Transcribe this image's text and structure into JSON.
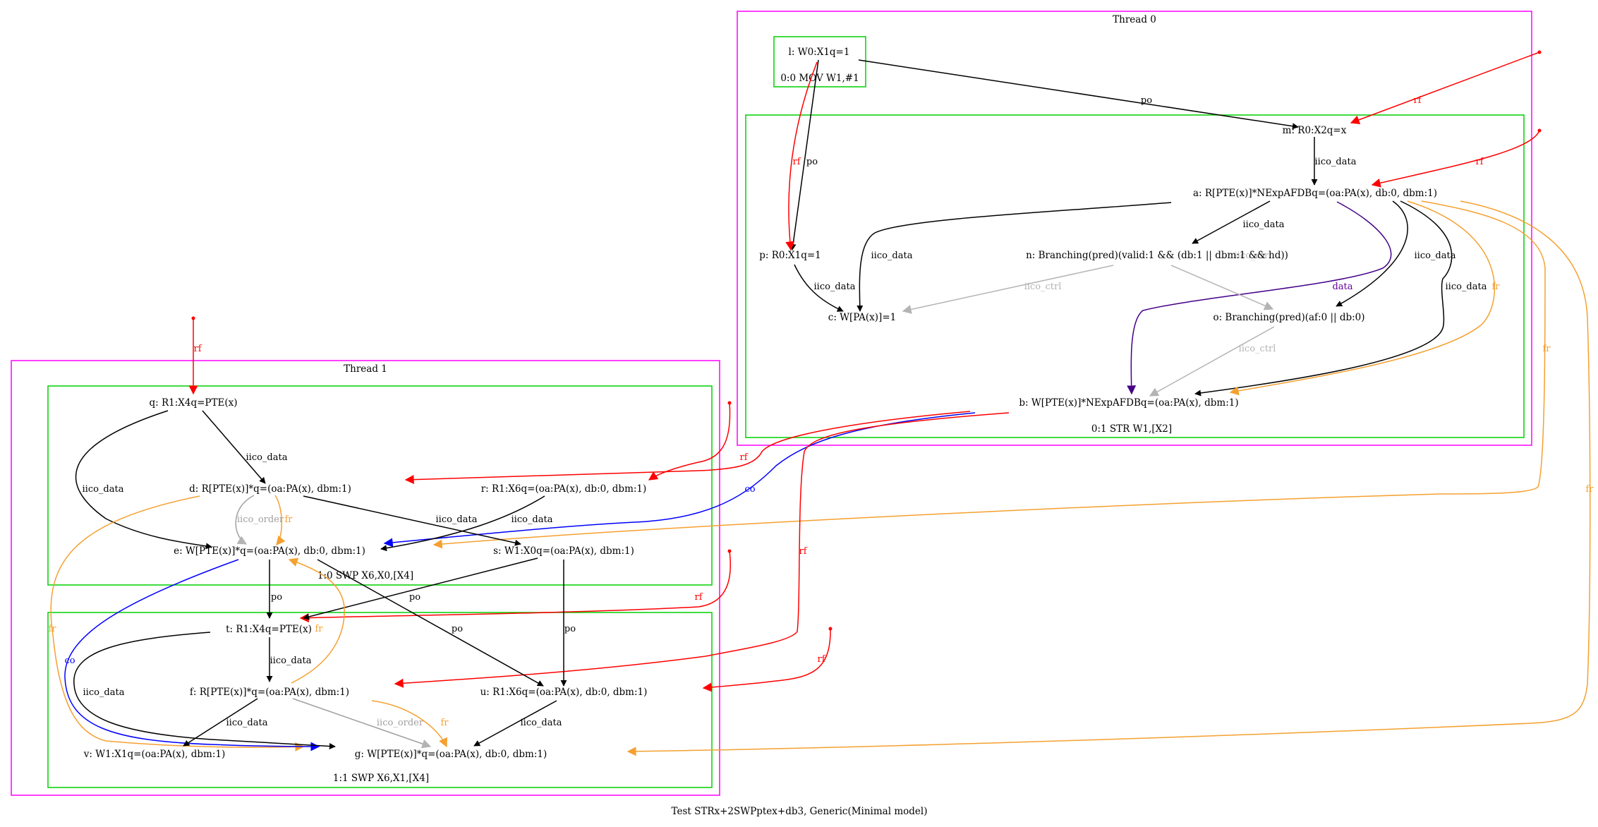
{
  "title": "Test STRx+2SWPptex+db3, Generic(Minimal model)",
  "colors": {
    "thread": "#ff00ff",
    "instr": "#00d000",
    "po": "#000000",
    "iico_data": "#000000",
    "iico_ctrl": "#b4b4b4",
    "iico_order": "#a0a0a0",
    "rf": "#ff0000",
    "fr": "#f5a030",
    "co": "#0000ff",
    "data": "#660099"
  },
  "threads": {
    "t0": "Thread 0",
    "t1": "Thread 1"
  },
  "instructions": {
    "i00": "0:0 MOV W1,#1",
    "i01": "0:1 STR W1,[X2]",
    "i10": "1:0 SWP X6,X0,[X4]",
    "i11": "1:1 SWP X6,X1,[X4]"
  },
  "nodes": {
    "l": "l: W0:X1q=1",
    "m": "m: R0:X2q=x",
    "a": "a: R[PTE(x)]*NExpAFDBq=(oa:PA(x), db:0, dbm:1)",
    "p": "p: R0:X1q=1",
    "n": "n: Branching(pred)(valid:1 && (db:1 || dbm:1 && hd))",
    "c": "c: W[PA(x)]=1",
    "o": "o: Branching(pred)(af:0 || db:0)",
    "b": "b: W[PTE(x)]*NExpAFDBq=(oa:PA(x), dbm:1)",
    "q": "q: R1:X4q=PTE(x)",
    "d": "d: R[PTE(x)]*q=(oa:PA(x), dbm:1)",
    "r": "r: R1:X6q=(oa:PA(x), db:0, dbm:1)",
    "e": "e: W[PTE(x)]*q=(oa:PA(x), db:0, dbm:1)",
    "s": "s: W1:X0q=(oa:PA(x), dbm:1)",
    "t": "t: R1:X4q=PTE(x)",
    "f": "f: R[PTE(x)]*q=(oa:PA(x), dbm:1)",
    "u": "u: R1:X6q=(oa:PA(x), db:0, dbm:1)",
    "v": "v: W1:X1q=(oa:PA(x), dbm:1)",
    "g": "g: W[PTE(x)]*q=(oa:PA(x), db:0, dbm:1)"
  },
  "edges": [
    {
      "from": "l",
      "to": "m",
      "kind": "po",
      "label": "po"
    },
    {
      "from": "l",
      "to": "p",
      "kind": "po",
      "label": "po"
    },
    {
      "from": "l",
      "to": "p",
      "kind": "rf",
      "label": "rf"
    },
    {
      "from": "init",
      "to": "m",
      "kind": "rf",
      "label": "rf"
    },
    {
      "from": "init",
      "to": "a",
      "kind": "rf",
      "label": "rf"
    },
    {
      "from": "m",
      "to": "a",
      "kind": "iico_data",
      "label": "iico_data"
    },
    {
      "from": "a",
      "to": "n",
      "kind": "iico_data",
      "label": "iico_data"
    },
    {
      "from": "a",
      "to": "c",
      "kind": "iico_data",
      "label": "iico_data"
    },
    {
      "from": "p",
      "to": "c",
      "kind": "iico_data",
      "label": "iico_data"
    },
    {
      "from": "a",
      "to": "o",
      "kind": "iico_data",
      "label": "iico_data"
    },
    {
      "from": "a",
      "to": "b",
      "kind": "iico_data",
      "label": "iico_data"
    },
    {
      "from": "a",
      "to": "b",
      "kind": "data",
      "label": "data"
    },
    {
      "from": "a",
      "to": "b",
      "kind": "fr",
      "label": "fr"
    },
    {
      "from": "n",
      "to": "c",
      "kind": "iico_ctrl",
      "label": "iico_ctrl"
    },
    {
      "from": "n",
      "to": "o",
      "kind": "iico_ctrl",
      "label": "iico_ctrl"
    },
    {
      "from": "o",
      "to": "b",
      "kind": "iico_ctrl",
      "label": "iico_ctrl"
    },
    {
      "from": "a",
      "to": "e",
      "kind": "fr",
      "label": "fr"
    },
    {
      "from": "a",
      "to": "g",
      "kind": "fr",
      "label": "fr"
    },
    {
      "from": "b",
      "to": "d",
      "kind": "rf",
      "label": "rf"
    },
    {
      "from": "b",
      "to": "e",
      "kind": "co",
      "label": "co"
    },
    {
      "from": "b",
      "to": "f",
      "kind": "rf",
      "label": "rf"
    },
    {
      "from": "init",
      "to": "q",
      "kind": "rf",
      "label": "rf"
    },
    {
      "from": "init",
      "to": "r",
      "kind": "rf",
      "label": "rf"
    },
    {
      "from": "init",
      "to": "t",
      "kind": "rf",
      "label": "rf"
    },
    {
      "from": "init",
      "to": "u",
      "kind": "rf",
      "label": "rf"
    },
    {
      "from": "q",
      "to": "d",
      "kind": "iico_data",
      "label": "iico_data"
    },
    {
      "from": "q",
      "to": "e",
      "kind": "iico_data",
      "label": "iico_data"
    },
    {
      "from": "d",
      "to": "e",
      "kind": "iico_order",
      "label": "iico_order"
    },
    {
      "from": "d",
      "to": "e",
      "kind": "fr",
      "label": "fr"
    },
    {
      "from": "d",
      "to": "s",
      "kind": "iico_data",
      "label": "iico_data"
    },
    {
      "from": "r",
      "to": "e",
      "kind": "iico_data",
      "label": "iico_data"
    },
    {
      "from": "e",
      "to": "t",
      "kind": "po",
      "label": "po"
    },
    {
      "from": "e",
      "to": "u",
      "kind": "po",
      "label": "po"
    },
    {
      "from": "s",
      "to": "t",
      "kind": "po",
      "label": "po"
    },
    {
      "from": "s",
      "to": "u",
      "kind": "po",
      "label": "po"
    },
    {
      "from": "d",
      "to": "g",
      "kind": "fr",
      "label": "fr"
    },
    {
      "from": "e",
      "to": "g",
      "kind": "co",
      "label": "co"
    },
    {
      "from": "t",
      "to": "f",
      "kind": "iico_data",
      "label": "iico_data"
    },
    {
      "from": "t",
      "to": "g",
      "kind": "iico_data",
      "label": "iico_data"
    },
    {
      "from": "f",
      "to": "e",
      "kind": "fr",
      "label": "fr"
    },
    {
      "from": "f",
      "to": "v",
      "kind": "iico_data",
      "label": "iico_data"
    },
    {
      "from": "f",
      "to": "g",
      "kind": "iico_order",
      "label": "iico_order"
    },
    {
      "from": "f",
      "to": "g",
      "kind": "fr",
      "label": "fr"
    },
    {
      "from": "u",
      "to": "g",
      "kind": "iico_data",
      "label": "iico_data"
    }
  ]
}
